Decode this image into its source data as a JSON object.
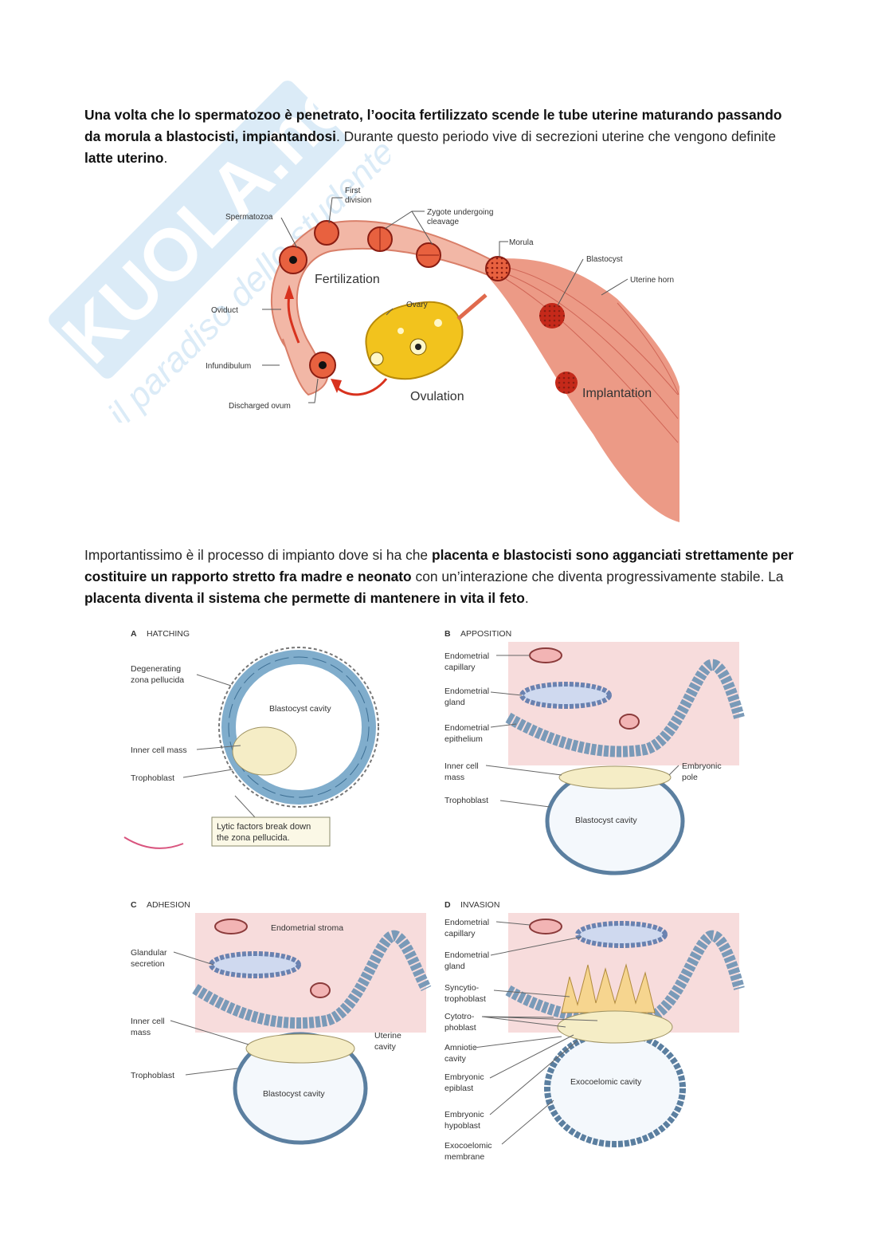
{
  "watermark": {
    "brand": "SKUOLA.net",
    "tagline": "il paradiso dello studente"
  },
  "paragraph1": {
    "b1": "Una volta che lo spermatozoo è penetrato, l’oocita fertilizzato scende le tube uterine maturando passando da morula a blastocisti, impiantandosi",
    "t1": ". Durante questo periodo vive di secrezioni uterine che vengono definite ",
    "b2": "latte uterino",
    "t2": "."
  },
  "figure1": {
    "labels": {
      "first_division": [
        "First",
        "division"
      ],
      "zygote": [
        "Zygote undergoing",
        "cleavage"
      ],
      "spermatozoa": "Spermatozoa",
      "morula": "Morula",
      "blastocyst": "Blastocyst",
      "uterine_horn": "Uterine horn",
      "fertilization": "Fertilization",
      "ovary": "Ovary",
      "oviduct": "Oviduct",
      "infundibulum": "Infundibulum",
      "discharged_ovum": "Discharged ovum",
      "ovulation": "Ovulation",
      "implantation": "Implantation"
    }
  },
  "paragraph2": {
    "t1": "Importantissimo è il processo di impianto dove si ha che ",
    "b1": "placenta e blastocisti sono agganciati strettamente per costituire un rapporto stretto fra madre e neonato",
    "t2": " con un’interazione che diventa progressivamente stabile. La ",
    "b2": "placenta diventa il sistema che permette di mantenere in vita il feto",
    "t3": "."
  },
  "figure2": {
    "a": {
      "letter": "A",
      "title": "HATCHING",
      "degenerating": [
        "Degenerating",
        "zona pellucida"
      ],
      "cavity": "Blastocyst cavity",
      "inner": "Inner cell mass",
      "troph": "Trophoblast",
      "lytic": [
        "Lytic factors break down",
        "the zona pellucida."
      ]
    },
    "b": {
      "letter": "B",
      "title": "APPOSITION",
      "capillary": [
        "Endometrial",
        "capillary"
      ],
      "gland": [
        "Endometrial",
        "gland"
      ],
      "epithelium": [
        "Endometrial",
        "epithelium"
      ],
      "inner": [
        "Inner cell",
        "mass"
      ],
      "troph": "Trophoblast",
      "pole": [
        "Embryonic",
        "pole"
      ],
      "cavity": "Blastocyst cavity"
    },
    "c": {
      "letter": "C",
      "title": "ADHESION",
      "stroma": "Endometrial stroma",
      "glandular": [
        "Glandular",
        "secretion"
      ],
      "inner": [
        "Inner cell",
        "mass"
      ],
      "uterine": [
        "Uterine",
        "cavity"
      ],
      "troph": "Trophoblast",
      "cavity": "Blastocyst cavity"
    },
    "d": {
      "letter": "D",
      "title": "INVASION",
      "capillary": [
        "Endometrial",
        "capillary"
      ],
      "gland": [
        "Endometrial",
        "gland"
      ],
      "syncytio": [
        "Syncytio-",
        "trophoblast"
      ],
      "cytotro": [
        "Cytotro-",
        "phoblast"
      ],
      "amniotic": [
        "Amniotic",
        "cavity"
      ],
      "epiblast": [
        "Embryonic",
        "epiblast"
      ],
      "hypoblast": [
        "Embryonic",
        "hypoblast"
      ],
      "exomem": [
        "Exocoelomic",
        "membrane"
      ],
      "exocavity": "Exocoelomic cavity"
    }
  },
  "colors": {
    "uterus": "#e9957a",
    "arrow": "#d8321e",
    "ovary": "#f2c31d",
    "cell_blue": "#b9d8ec",
    "stroma": "#f7dcdc"
  }
}
